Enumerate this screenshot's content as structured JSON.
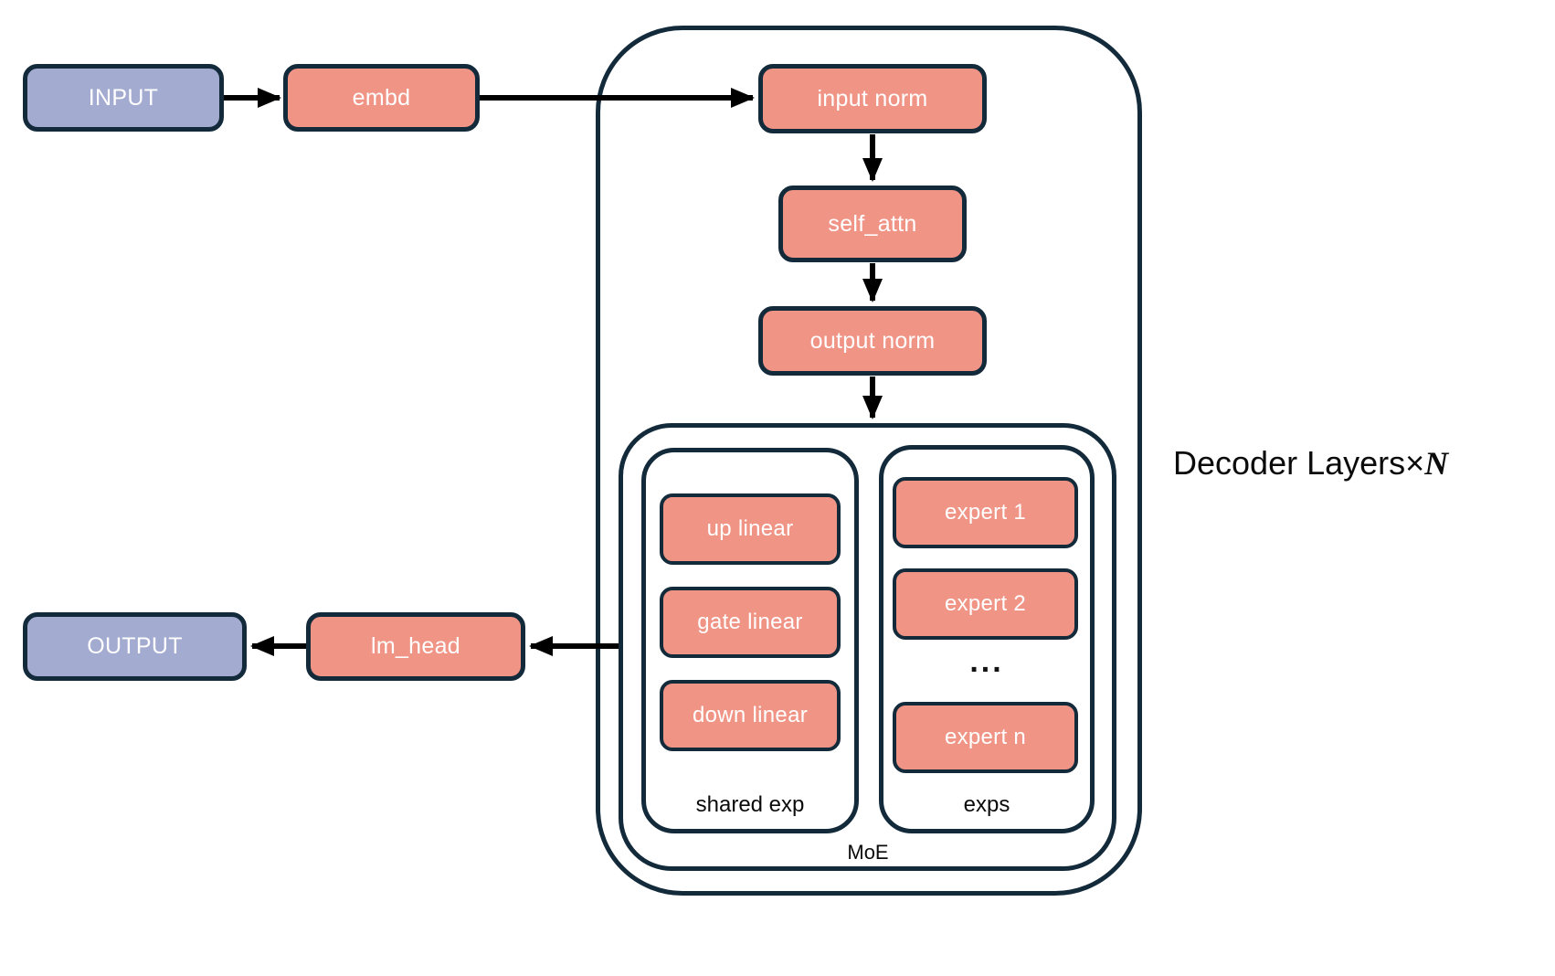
{
  "colors": {
    "border_navy": "#132a3b",
    "node_salmon": "#f09486",
    "io_purple": "#a3abd1",
    "arrow_black": "#000000"
  },
  "nodes": {
    "input": {
      "label": "INPUT"
    },
    "embd": {
      "label": "embd"
    },
    "input_norm": {
      "label": "input norm"
    },
    "self_attn": {
      "label": "self_attn"
    },
    "output_norm": {
      "label": "output norm"
    },
    "up_linear": {
      "label": "up linear"
    },
    "gate_linear": {
      "label": "gate linear"
    },
    "down_linear": {
      "label": "down linear"
    },
    "expert_1": {
      "label": "expert 1"
    },
    "expert_2": {
      "label": "expert 2"
    },
    "expert_n": {
      "label": "expert n"
    },
    "lm_head": {
      "label": "lm_head"
    },
    "output": {
      "label": "OUTPUT"
    }
  },
  "groups": {
    "shared_exp": {
      "label": "shared exp"
    },
    "exps": {
      "label": "exps",
      "ellipsis": "..."
    },
    "moe": {
      "label": "MoE"
    }
  },
  "annotation": {
    "prefix": "Decoder Layers",
    "times": "×",
    "variable": "N"
  }
}
